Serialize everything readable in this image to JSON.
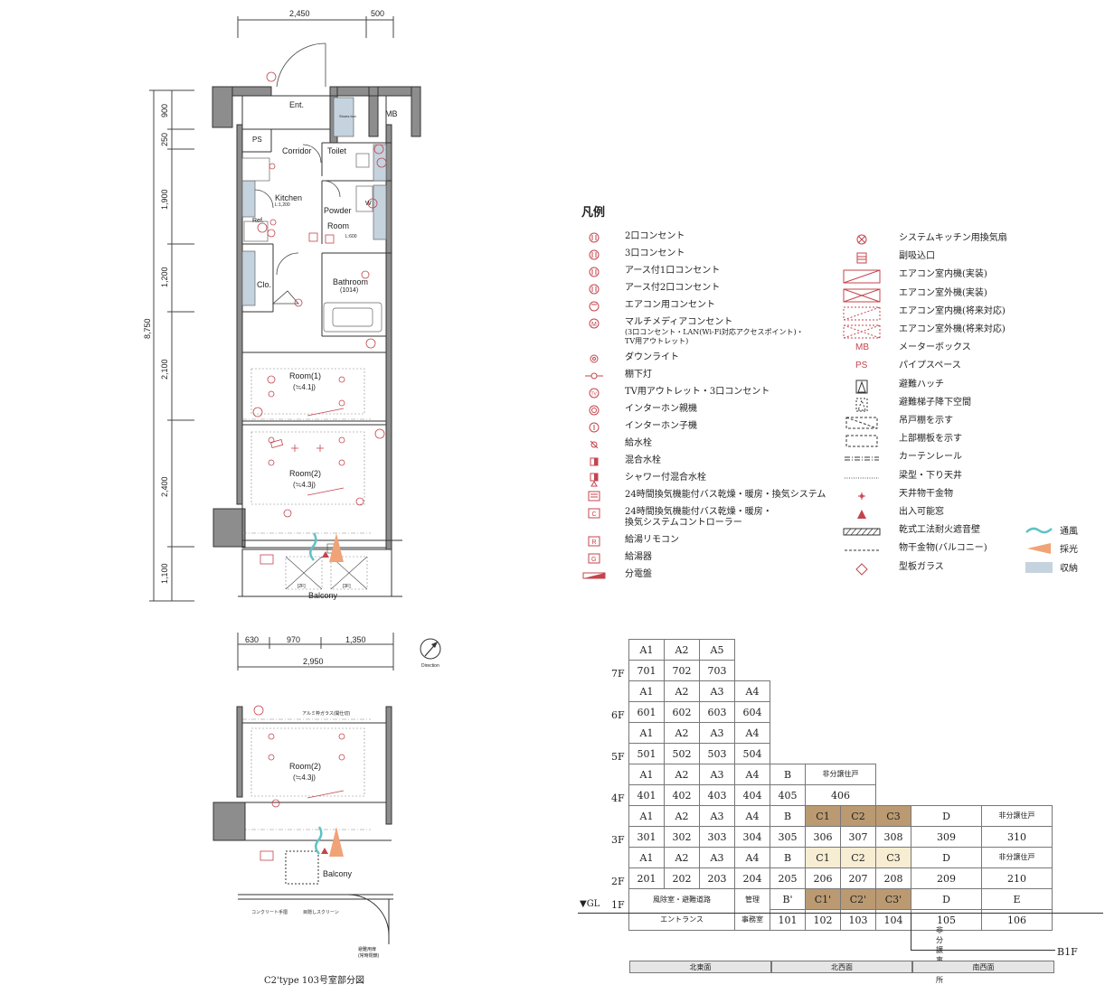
{
  "plan": {
    "dims_top": [
      "2,450",
      "500"
    ],
    "dims_left": [
      "900",
      "250",
      "1,900",
      "1,200",
      "2,100",
      "2,400",
      "1,100"
    ],
    "dim_total_left": "8,750",
    "dims_bottom": [
      "630",
      "970",
      "1,350"
    ],
    "dim_total_bottom": "2,950",
    "direction_label": "Direction",
    "rooms": {
      "ent": "Ent.",
      "mb": "MB",
      "ps": "PS",
      "corridor": "Corridor",
      "toilet": "Toilet",
      "kitchen": "Kitchen",
      "kitchen_sub": "L:1,200",
      "ref": "Ref.",
      "powder": "Powder",
      "room": "Room",
      "room_sub": "L:600",
      "w": "W",
      "clo": "Clo.",
      "bathroom": "Bathroom",
      "bathroom_sub": "(1014)",
      "room1": "Room(1)",
      "room1_area": "(≒4.1j)",
      "room2": "Room(2)",
      "room2_area": "(≒4.3j)",
      "balcony": "Balcony",
      "shoes_box": "Shoes box",
      "u2f": "[2F]",
      "u3f": "[3F]"
    },
    "partial": {
      "glass_note": "アルミ枠ガラス(開仕切)",
      "room2": "Room(2)",
      "room2_area": "(≒4.3j)",
      "balcony": "Balcony",
      "note_concrete": "コンクリート手摺",
      "note_screen": "目隠しスクリーン",
      "note_exit": "避難用扉",
      "note_exit2": "(常時閉鎖)"
    },
    "caption": "C2'type 103号室部分図"
  },
  "legend": {
    "title": "凡例",
    "left_items": [
      {
        "icon": "outlet-2-icon",
        "text": "2口コンセント"
      },
      {
        "icon": "outlet-3-icon",
        "text": "3口コンセント"
      },
      {
        "icon": "ground-outlet-1-icon",
        "text": "アース付1口コンセント"
      },
      {
        "icon": "ground-outlet-2-icon",
        "text": "アース付2口コンセント"
      },
      {
        "icon": "aircon-outlet-icon",
        "text": "エアコン用コンセント"
      },
      {
        "icon": "multimedia-outlet-icon",
        "text": "マルチメディアコンセント",
        "sub1": "(3口コンセント・LAN(Wi-Fi対応アクセスポイント)・",
        "sub2": "TV用アウトレット)"
      },
      {
        "icon": "downlight-icon",
        "text": "ダウンライト"
      },
      {
        "icon": "under-shelf-light-icon",
        "text": "棚下灯"
      },
      {
        "icon": "tv-outlet-icon",
        "text": "TV用アウトレット・3口コンセント"
      },
      {
        "icon": "intercom-main-icon",
        "text": "インターホン親機"
      },
      {
        "icon": "intercom-sub-icon",
        "text": "インターホン子機"
      },
      {
        "icon": "water-tap-icon",
        "text": "給水栓"
      },
      {
        "icon": "mixing-tap-icon",
        "text": "混合水栓"
      },
      {
        "icon": "shower-tap-icon",
        "text": "シャワー付混合水栓"
      },
      {
        "icon": "bath-dryer-icon",
        "text": "24時間換気機能付バス乾燥・暖房・換気システム"
      },
      {
        "icon": "bath-controller-icon",
        "text": "24時間換気機能付バス乾燥・暖房・",
        "sub1": "換気システムコントローラー"
      },
      {
        "icon": "hot-water-remote-icon",
        "text": "給湯リモコン"
      },
      {
        "icon": "water-heater-icon",
        "text": "給湯器"
      },
      {
        "icon": "distribution-board-icon",
        "text": "分電盤"
      }
    ],
    "right_items": [
      {
        "icon": "kitchen-fan-icon",
        "text": "システムキッチン用換気扇"
      },
      {
        "icon": "sub-intake-icon",
        "text": "副吸込口"
      },
      {
        "icon": "aircon-indoor-icon",
        "text": "エアコン室内機(実装)"
      },
      {
        "icon": "aircon-outdoor-icon",
        "text": "エアコン室外機(実装)"
      },
      {
        "icon": "aircon-indoor-future-icon",
        "text": "エアコン室内機(将来対応)"
      },
      {
        "icon": "aircon-outdoor-future-icon",
        "text": "エアコン室外機(将来対応)"
      },
      {
        "icon": "mb-label",
        "label": "MB",
        "text": "メーターボックス"
      },
      {
        "icon": "ps-label",
        "label": "PS",
        "text": "パイプスペース"
      },
      {
        "icon": "escape-hatch-icon",
        "text": "避難ハッチ"
      },
      {
        "icon": "escape-ladder-icon",
        "text": "避難梯子降下空間"
      },
      {
        "icon": "hanging-shelf-icon",
        "text": "吊戸棚を示す"
      },
      {
        "icon": "upper-shelf-icon",
        "text": "上部棚板を示す"
      },
      {
        "icon": "curtain-rail-icon",
        "text": "カーテンレール"
      },
      {
        "icon": "beam-icon",
        "text": "梁型・下り天井"
      },
      {
        "icon": "ceiling-hook-icon",
        "text": "天井物干金物"
      },
      {
        "icon": "exit-window-icon",
        "text": "出入可能窓"
      },
      {
        "icon": "fire-wall-icon",
        "text": "乾式工法耐火遮音壁"
      },
      {
        "icon": "balcony-hanger-icon",
        "text": "物干金物(バルコニー)"
      },
      {
        "icon": "patterned-glass-icon",
        "text": "型板ガラス"
      }
    ],
    "extra": [
      {
        "text": "通風",
        "color": "#5fc2c6"
      },
      {
        "text": "採光",
        "color": "#f0a377"
      },
      {
        "text": "収納",
        "color": "#c5d3de"
      }
    ]
  },
  "building": {
    "floors": [
      "7F",
      "6F",
      "5F",
      "4F",
      "3F",
      "2F",
      "1F",
      "B1F"
    ],
    "gl": "▼GL",
    "rows": [
      {
        "cells": [
          "A1",
          "A2",
          "A5"
        ]
      },
      {
        "cells": [
          "701",
          "702",
          "703"
        ]
      },
      {
        "cells": [
          "A1",
          "A2",
          "A3",
          "A4"
        ]
      },
      {
        "cells": [
          "601",
          "602",
          "603",
          "604"
        ]
      },
      {
        "cells": [
          "A1",
          "A2",
          "A3",
          "A4"
        ]
      },
      {
        "cells": [
          "501",
          "502",
          "503",
          "504"
        ]
      },
      {
        "cells": [
          "A1",
          "A2",
          "A3",
          "A4",
          "B",
          "非分譲住戸"
        ]
      },
      {
        "cells": [
          "401",
          "402",
          "403",
          "404",
          "405",
          "406"
        ]
      },
      {
        "cells": [
          "A1",
          "A2",
          "A3",
          "A4",
          "B",
          "C1",
          "C2",
          "C3",
          "D",
          "非分譲住戸"
        ]
      },
      {
        "cells": [
          "301",
          "302",
          "303",
          "304",
          "305",
          "306",
          "307",
          "308",
          "309",
          "310"
        ]
      },
      {
        "cells": [
          "A1",
          "A2",
          "A3",
          "A4",
          "B",
          "C1",
          "C2",
          "C3",
          "D",
          "非分譲住戸"
        ]
      },
      {
        "cells": [
          "201",
          "202",
          "203",
          "204",
          "205",
          "206",
          "207",
          "208",
          "209",
          "210"
        ]
      },
      {
        "cells": [
          "風除室・避難道路",
          "管理",
          "B'",
          "C1'",
          "C2'",
          "C3'",
          "D",
          "E"
        ]
      },
      {
        "cells": [
          "エントランス",
          "事務室",
          "101",
          "102",
          "103",
          "104",
          "105",
          "106"
        ]
      }
    ],
    "b1f_office": "非分譲事務所",
    "faces": [
      "北東面",
      "北西面",
      "南西面"
    ]
  },
  "colors": {
    "accent_red": "#c4444d",
    "highlight_dark": "#bb9a72",
    "highlight_light": "#f7edd3",
    "storage_blue": "#c5d3de"
  }
}
